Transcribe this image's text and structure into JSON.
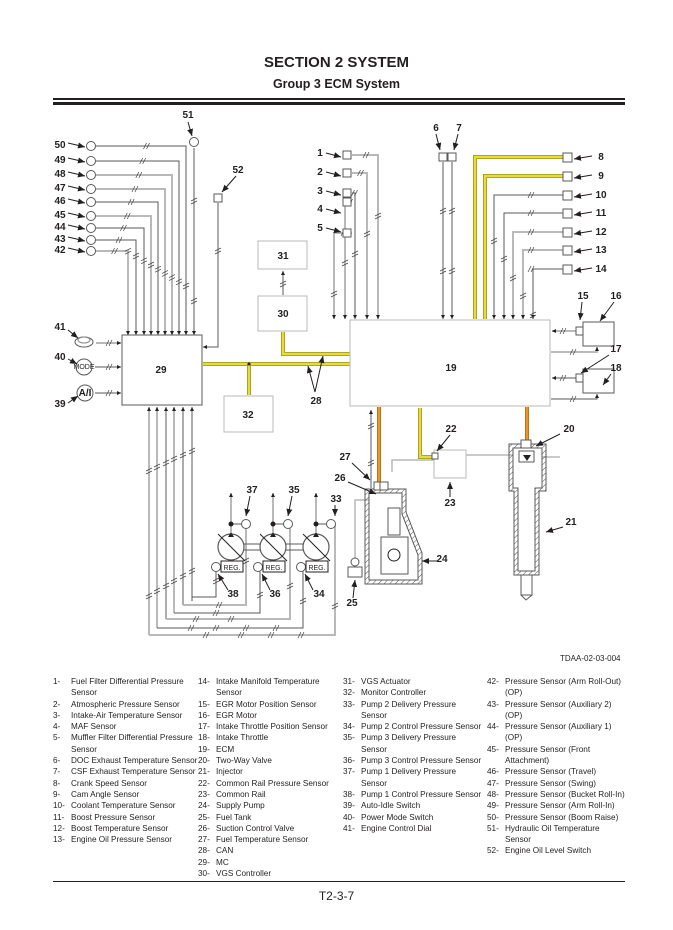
{
  "header": {
    "section": "SECTION 2 SYSTEM",
    "group": "Group 3 ECM System"
  },
  "diagram": {
    "figure_id": "TDAA-02-03-004",
    "blocks": {
      "ecm": "19",
      "mc": "29",
      "vgs_actuator": "31",
      "vgs_controller": "30",
      "monitor_controller": "32"
    },
    "callouts": [
      "1",
      "2",
      "3",
      "4",
      "5",
      "6",
      "7",
      "8",
      "9",
      "10",
      "11",
      "12",
      "13",
      "14",
      "15",
      "16",
      "17",
      "18",
      "20",
      "21",
      "22",
      "23",
      "24",
      "25",
      "26",
      "27",
      "28",
      "33",
      "34",
      "35",
      "36",
      "37",
      "38",
      "39",
      "40",
      "41",
      "42",
      "43",
      "44",
      "45",
      "46",
      "47",
      "48",
      "49",
      "50",
      "51",
      "52"
    ],
    "switch_labels": {
      "mode": "MODE",
      "auto_idle": "A/I"
    },
    "reg_label": "REG.",
    "colors": {
      "can_bus": "#e8dc3a",
      "fuel_line": "#e8962e",
      "wire_dark": "#58595b",
      "wire_light": "#b9b9b9"
    }
  },
  "legend": {
    "col1": [
      {
        "n": "1-",
        "t": "Fuel Filter Differential Pressure Sensor"
      },
      {
        "n": "2-",
        "t": "Atmospheric Pressure Sensor"
      },
      {
        "n": "3-",
        "t": "Intake-Air Temperature Sensor"
      },
      {
        "n": "4-",
        "t": "MAF Sensor"
      },
      {
        "n": "5-",
        "t": "Muffler Filter Differential Pressure Sensor"
      },
      {
        "n": "6-",
        "t": "DOC Exhaust Temperature Sensor"
      },
      {
        "n": "7-",
        "t": "CSF Exhaust Temperature Sensor"
      },
      {
        "n": "8-",
        "t": "Crank Speed Sensor"
      },
      {
        "n": "9-",
        "t": "Cam Angle Sensor"
      },
      {
        "n": "10-",
        "t": "Coolant Temperature Sensor"
      },
      {
        "n": "11-",
        "t": "Boost Pressure Sensor"
      },
      {
        "n": "12-",
        "t": "Boost Temperature Sensor"
      },
      {
        "n": "13-",
        "t": "Engine Oil Pressure Sensor"
      }
    ],
    "col2": [
      {
        "n": "14-",
        "t": "Intake Manifold Temperature Sensor"
      },
      {
        "n": "15-",
        "t": "EGR Motor Position Sensor"
      },
      {
        "n": "16-",
        "t": "EGR Motor"
      },
      {
        "n": "17-",
        "t": "Intake Throttle Position Sensor"
      },
      {
        "n": "18-",
        "t": "Intake Throttle"
      },
      {
        "n": "19-",
        "t": "ECM"
      },
      {
        "n": "20-",
        "t": "Two-Way Valve"
      },
      {
        "n": "21-",
        "t": "Injector"
      },
      {
        "n": "22-",
        "t": "Common Rail Pressure Sensor"
      },
      {
        "n": "23-",
        "t": "Common Rail"
      },
      {
        "n": "24-",
        "t": "Supply Pump"
      },
      {
        "n": "25-",
        "t": "Fuel Tank"
      },
      {
        "n": "26-",
        "t": "Suction Control Valve"
      },
      {
        "n": "27-",
        "t": "Fuel Temperature Sensor"
      },
      {
        "n": "28-",
        "t": "CAN"
      },
      {
        "n": "29-",
        "t": "MC"
      },
      {
        "n": "30-",
        "t": "VGS Controller"
      }
    ],
    "col3": [
      {
        "n": "31-",
        "t": "VGS Actuator"
      },
      {
        "n": "32-",
        "t": "Monitor Controller"
      },
      {
        "n": "33-",
        "t": "Pump 2 Delivery Pressure Sensor"
      },
      {
        "n": "34-",
        "t": "Pump 2 Control Pressure Sensor"
      },
      {
        "n": "35-",
        "t": "Pump 3 Delivery Pressure Sensor"
      },
      {
        "n": "36-",
        "t": "Pump 3 Control Pressure Sensor"
      },
      {
        "n": "37-",
        "t": "Pump 1 Delivery Pressure Sensor"
      },
      {
        "n": "38-",
        "t": "Pump 1 Control Pressure Sensor"
      },
      {
        "n": "39-",
        "t": "Auto-Idle Switch"
      },
      {
        "n": "40-",
        "t": "Power Mode Switch"
      },
      {
        "n": "41-",
        "t": "Engine Control Dial"
      }
    ],
    "col4": [
      {
        "n": "42-",
        "t": "Pressure Sensor (Arm Roll-Out) (OP)"
      },
      {
        "n": "43-",
        "t": "Pressure Sensor (Auxiliary 2) (OP)"
      },
      {
        "n": "44-",
        "t": "Pressure Sensor (Auxiliary 1) (OP)"
      },
      {
        "n": "45-",
        "t": "Pressure Sensor (Front Attachment)"
      },
      {
        "n": "46-",
        "t": "Pressure Sensor (Travel)"
      },
      {
        "n": "47-",
        "t": "Pressure Sensor (Swing)"
      },
      {
        "n": "48-",
        "t": "Pressure Sensor (Bucket Roll-In)"
      },
      {
        "n": "49-",
        "t": "Pressure Sensor (Arm Roll-In)"
      },
      {
        "n": "50-",
        "t": "Pressure Sensor (Boom Raise)"
      },
      {
        "n": "51-",
        "t": "Hydraulic Oil Temperature Sensor"
      },
      {
        "n": "52-",
        "t": "Engine Oil Level Switch"
      }
    ]
  },
  "footer": {
    "page": "T2-3-7"
  }
}
